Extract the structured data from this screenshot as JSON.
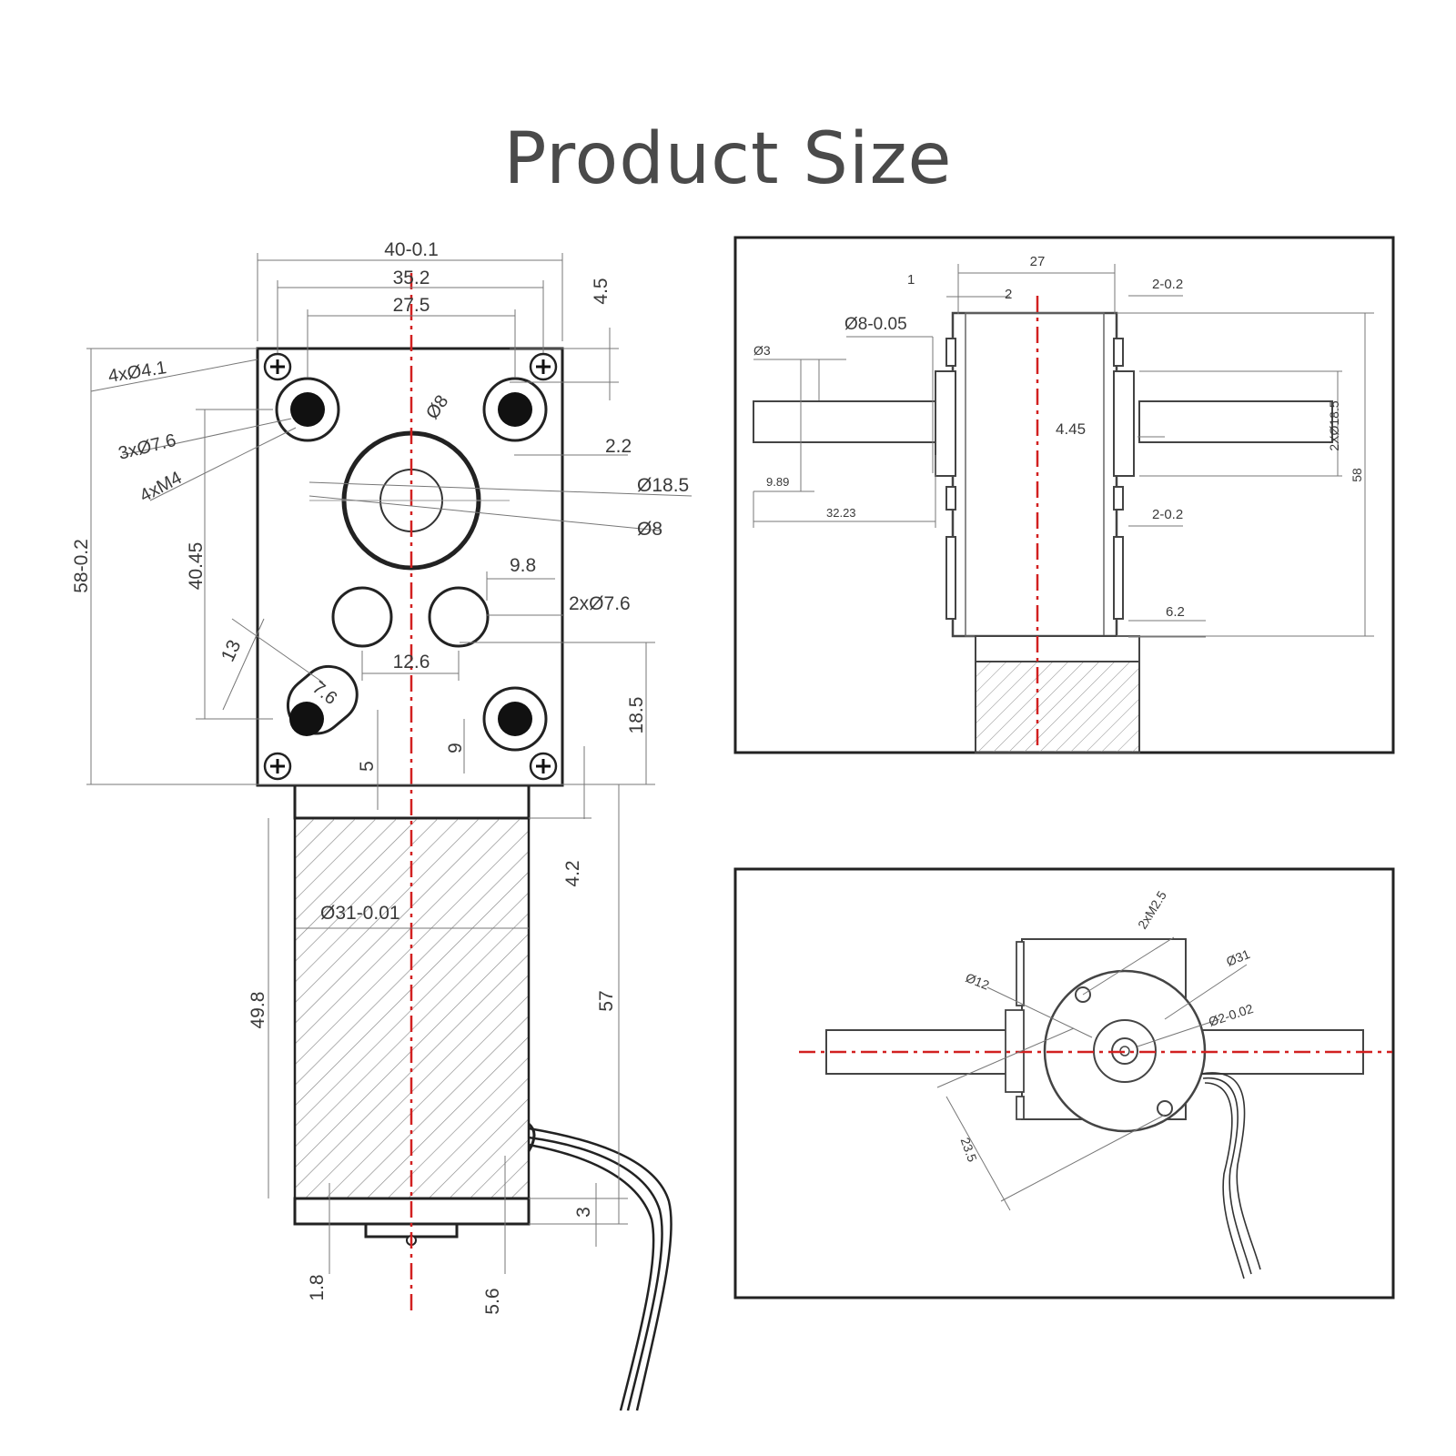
{
  "title": "Product Size",
  "front": {
    "w_total": "40-0.1",
    "w_holes": "35.2",
    "w_inner": "27.5",
    "top_gap": "4.5",
    "mount_holes": "4xØ4.1",
    "thru_holes": "3xØ7.6",
    "threads": "4xM4",
    "shaft_d": "Ø8",
    "boss_d": "Ø18.5",
    "bore_d": "Ø8",
    "offset_22": "2.2",
    "height": "58-0.2",
    "v_4045": "40.45",
    "w_98": "9.8",
    "twin_holes": "2xØ7.6",
    "w_126": "12.6",
    "slot_13": "13",
    "slot_76": "7.6",
    "h_185": "18.5",
    "h_5": "5",
    "h_9": "9",
    "h_42": "4.2",
    "motor_d": "Ø31-0.01",
    "motor_len": "49.8",
    "total_len": "57",
    "h_3": "3",
    "h_18": "1.8",
    "h_56": "5.6"
  },
  "side": {
    "w27": "27",
    "d1": "1",
    "d2": "2",
    "tol_top": "2-0.2",
    "shaft": "Ø8-0.05",
    "d3": "Ø3",
    "d445": "4.45",
    "shaft2": "2XØ18.5",
    "h58": "58",
    "d989": "9.89",
    "d3223": "32.23",
    "tol_mid": "2-0.2",
    "d62": "6.2"
  },
  "rear": {
    "m25": "2xM2.5",
    "d31": "Ø31",
    "d12": "Ø12",
    "d2": "Ø2-0.02",
    "d235": "23.5"
  }
}
